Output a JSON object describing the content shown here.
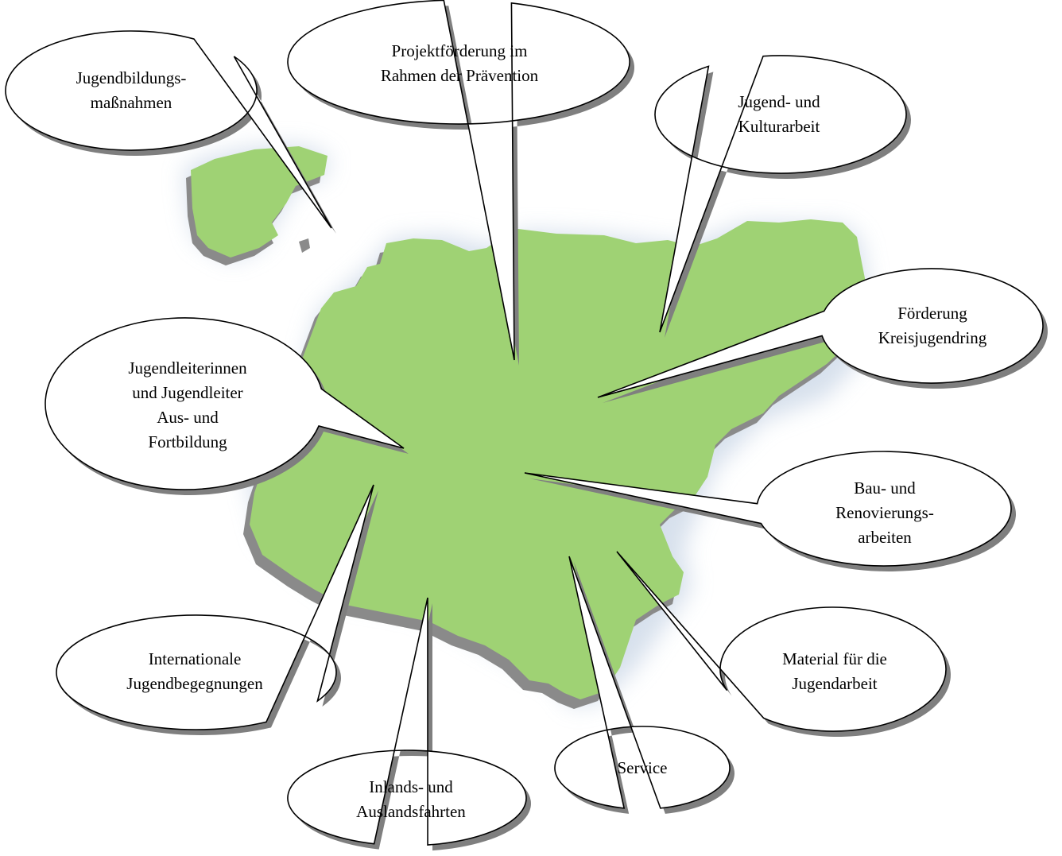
{
  "colors": {
    "map_fill": "#9fd274",
    "map_shadow": "#8a8a8a",
    "map_glow": "#c9d6e6",
    "bubble_fill": "#ffffff",
    "bubble_stroke": "#000000",
    "bubble_shadow": "#7f7f7f"
  },
  "bubbles": {
    "jugendbildung": {
      "lines": [
        "Jugendbildungs-",
        "maßnahmen"
      ]
    },
    "projektfoerderung": {
      "lines": [
        "Projektförderung im",
        "Rahmen der Prävention"
      ]
    },
    "kulturarbeit": {
      "lines": [
        "Jugend- und",
        "Kulturarbeit"
      ]
    },
    "kreisjugendring": {
      "lines": [
        "Förderung",
        "Kreisjugendring"
      ]
    },
    "jugendleiter": {
      "lines": [
        "Jugendleiterinnen",
        "und Jugendleiter",
        "Aus- und",
        "Fortbildung"
      ]
    },
    "renovierung": {
      "lines": [
        "Bau- und",
        "Renovierungs-",
        "arbeiten"
      ]
    },
    "international": {
      "lines": [
        "Internationale",
        "Jugendbegegnungen"
      ]
    },
    "material": {
      "lines": [
        "Material für die",
        "Jugendarbeit"
      ]
    },
    "service": {
      "lines": [
        "Service"
      ]
    },
    "fahrten": {
      "lines": [
        "Inlands- und",
        "Auslandsfahrten"
      ]
    }
  }
}
